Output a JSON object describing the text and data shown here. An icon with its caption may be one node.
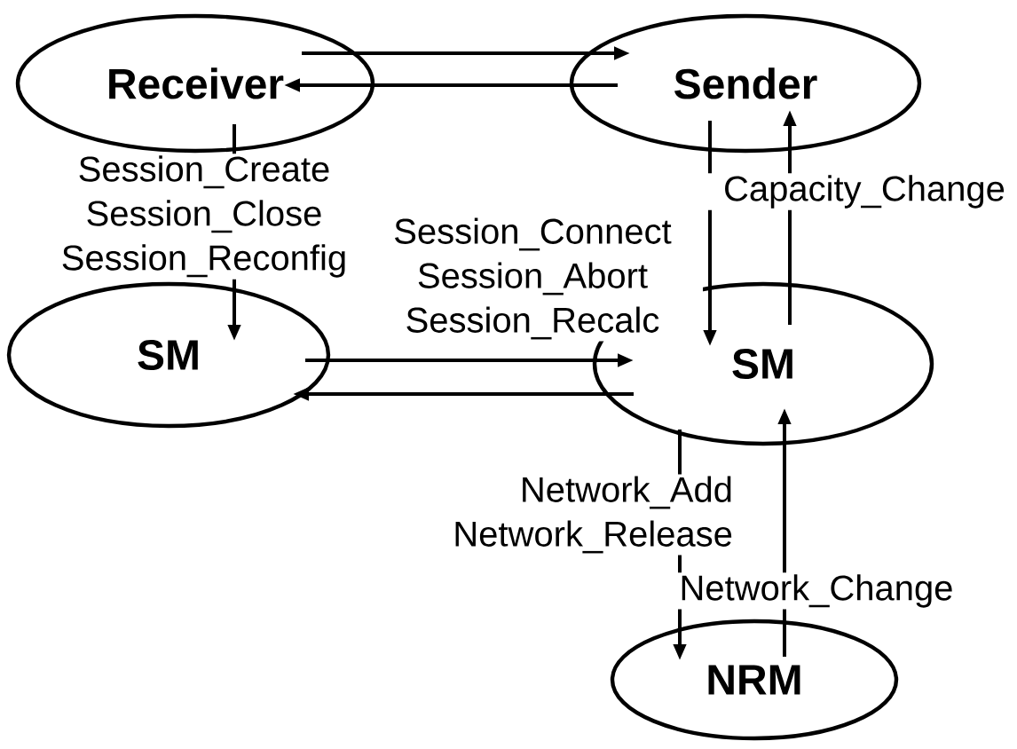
{
  "diagram": {
    "nodes": [
      {
        "text": [
          "Receiver"
        ]
      },
      {
        "text": [
          "Sender"
        ]
      },
      {
        "text": [
          "SM"
        ]
      },
      {
        "text": [
          "SM"
        ]
      },
      {
        "text": [
          "NRM"
        ]
      }
    ],
    "edges": [
      {
        "from": 0,
        "to": 1,
        "arrow": "to"
      },
      {
        "from": 1,
        "to": 0,
        "arrow": "to"
      },
      {
        "from": 0,
        "to": 2,
        "arrow": "to",
        "label": "Session_Create Session_Close Session_Reconfig"
      },
      {
        "from": 2,
        "to": 3,
        "arrow": "to",
        "label": "Session_Connect Session_Abort Session_Recalc"
      },
      {
        "from": 3,
        "to": 2,
        "arrow": "to"
      },
      {
        "from": 1,
        "to": 3,
        "arrow": "to",
        "label": "Capacity_Change"
      },
      {
        "from": 3,
        "to": 1,
        "arrow": "to"
      },
      {
        "from": 3,
        "to": 4,
        "arrow": "to",
        "label": "Network_Add Network_Release"
      },
      {
        "from": 4,
        "to": 3,
        "arrow": "to",
        "label": "Network_Change"
      }
    ]
  }
}
